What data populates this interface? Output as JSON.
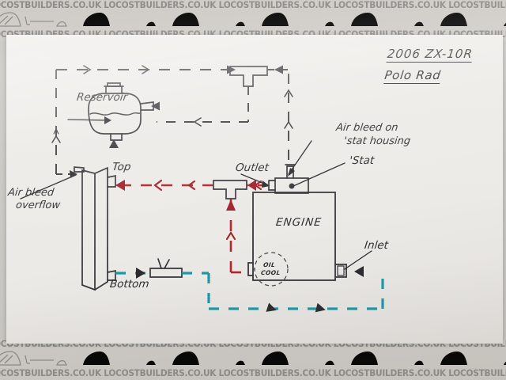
{
  "watermark": {
    "text": "LOCOSTBUILDERS.CO.UK",
    "repeat_text": "LOCOSTBUILDERS.CO.UK LOCOSTBUILDERS.CO.UK LOCOSTBUILDERS.CO.UK LOCOSTBUILDERS.CO.UK LOCOSTBUILDERS.CO.UK LOCOSTBUILDERS.CO.UK LOCOSTBUILDERS.CO.UK LOCOSTBUILDERS.CO.UK",
    "icon_name": "locost-car-silhouette-icon",
    "color": "#8d8b88"
  },
  "title": {
    "line1": "2006 ZX-10R",
    "line2": "Polo Rad"
  },
  "labels": {
    "reservoir": "Reservoir",
    "air_bleed_overflow_line1": "Air bleed",
    "air_bleed_overflow_line2": "overflow",
    "top": "Top",
    "bottom": "Bottom",
    "outlet": "Outlet",
    "inlet": "Inlet",
    "air_bleed_stat_line1": "Air bleed on",
    "air_bleed_stat_line2": "'stat housing",
    "stat": "'Stat",
    "engine": "ENGINE",
    "oil_cooler_line1": "OIL",
    "oil_cooler_line2": "COOL"
  },
  "components": [
    {
      "id": "radiator",
      "name": "polo-radiator",
      "label": "Polo Rad"
    },
    {
      "id": "reservoir",
      "name": "coolant-reservoir",
      "label": "Reservoir"
    },
    {
      "id": "engine",
      "name": "engine-block",
      "label": "ENGINE"
    },
    {
      "id": "stat-housing",
      "name": "thermostat-housing",
      "label": "'Stat"
    },
    {
      "id": "oil-cooler",
      "name": "oil-cooler",
      "label": "OIL COOL"
    },
    {
      "id": "tee-top",
      "name": "tee-fitting-top",
      "label": ""
    },
    {
      "id": "tee-mid",
      "name": "tee-fitting-middle",
      "label": ""
    },
    {
      "id": "tee-bottom",
      "name": "tee-fitting-bottom",
      "label": ""
    }
  ],
  "circuits": [
    {
      "id": "bleed",
      "name": "air-bleed-circuit",
      "color": "#3a3a3c",
      "style": "dashed",
      "description": "Air bleed lines from radiator top and 'stat housing to reservoir"
    },
    {
      "id": "hot-feed",
      "name": "hot-coolant-circuit",
      "color": "#b5222b",
      "style": "dashed",
      "description": "Hot coolant from 'stat outlet to radiator top"
    },
    {
      "id": "cold-return",
      "name": "cold-coolant-circuit",
      "color": "#1a9aa8",
      "style": "dashed",
      "description": "Cold coolant from radiator bottom back to engine inlet"
    }
  ],
  "colors": {
    "ink": "#2b2b2e",
    "red": "#b5222b",
    "teal": "#1a9aa8",
    "paper": "#eceae6",
    "surround": "#c9c7c2"
  }
}
